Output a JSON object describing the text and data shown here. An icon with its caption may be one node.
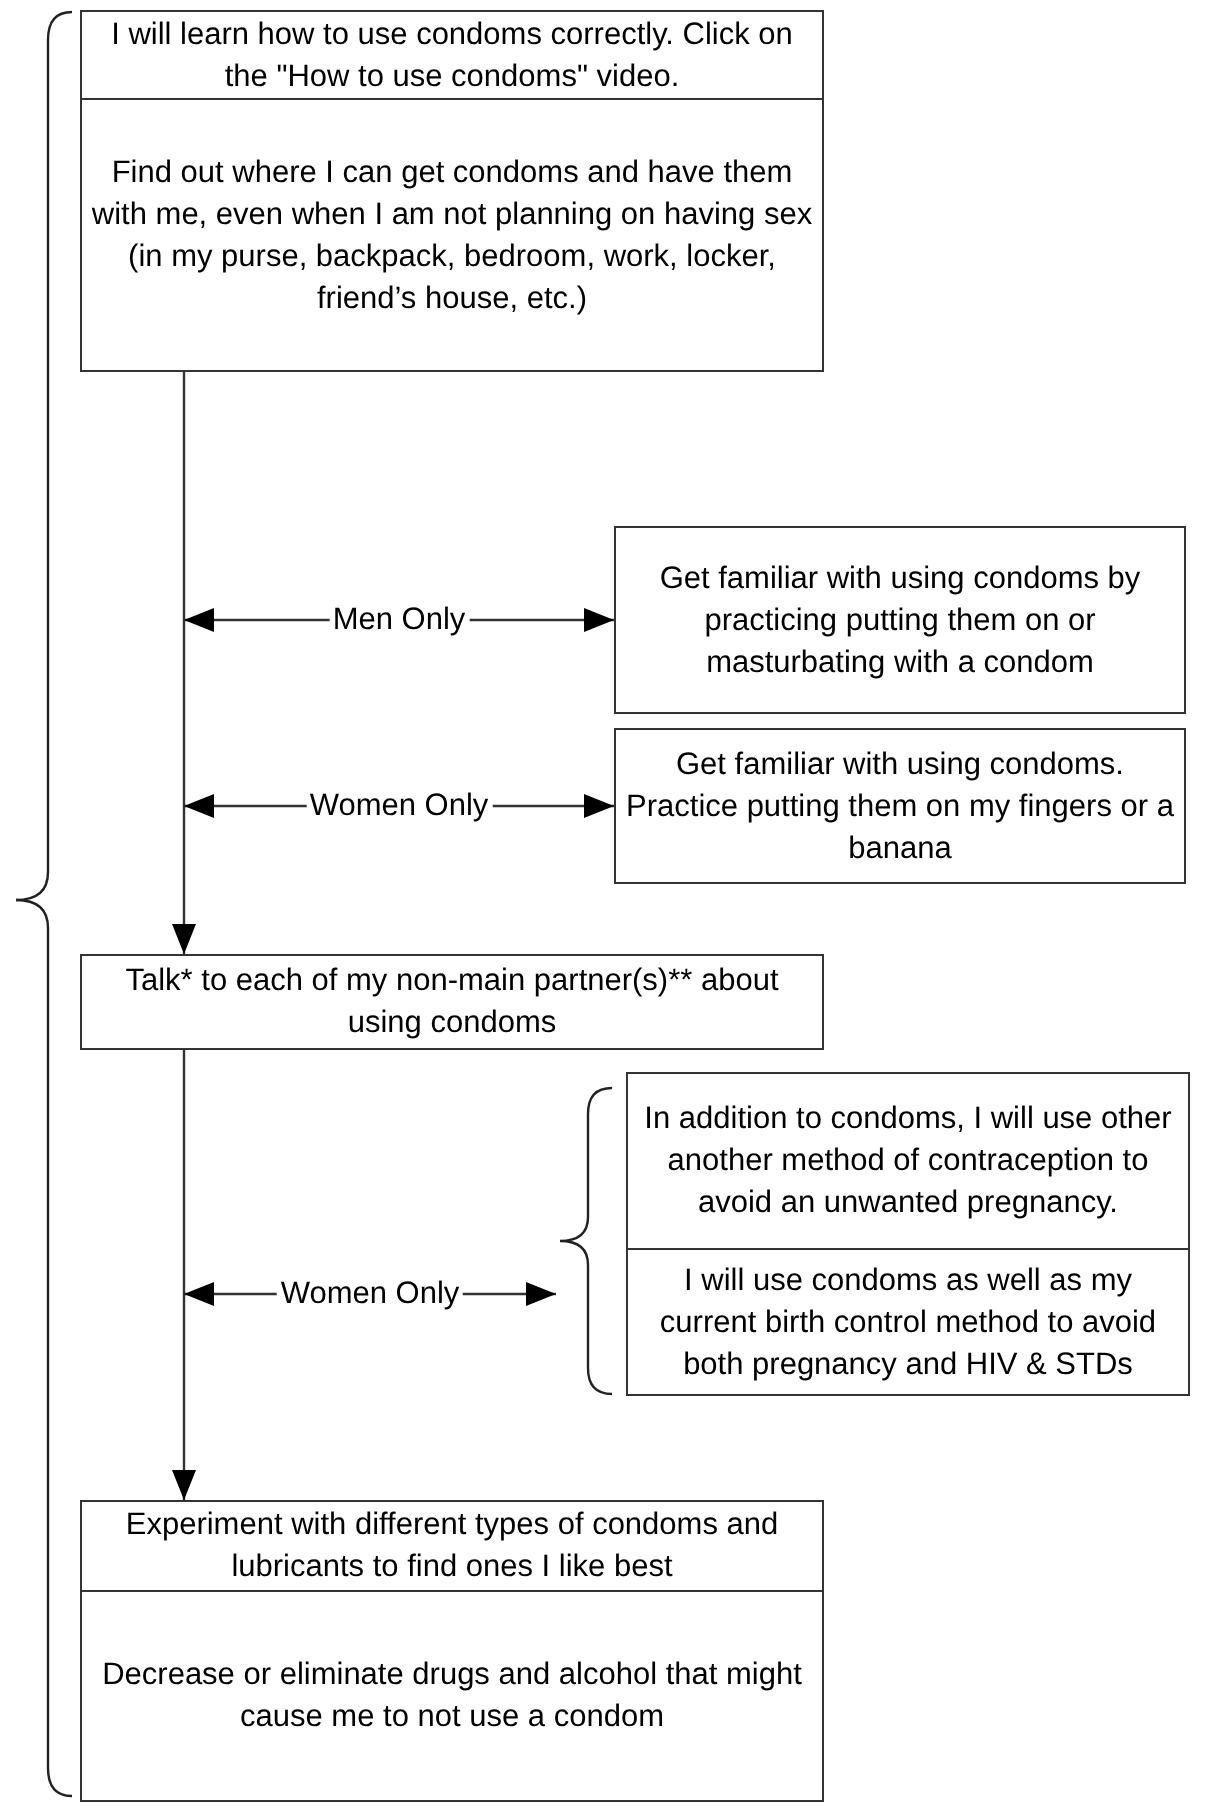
{
  "diagram": {
    "nodes": [
      {
        "text": [
          "I will learn how to use condoms correctly. Click on the \"How to use condoms\" video."
        ]
      },
      {
        "text": [
          "Find out where I can get condoms and have them with me, even when I am not planning on having sex (in my purse, backpack, bedroom, work, locker, friend’s house, etc.)"
        ]
      },
      {
        "text": [
          "Get familiar with using condoms by practicing putting them on or masturbating with a condom"
        ]
      },
      {
        "text": [
          "Get familiar with using condoms. Practice putting them on my fingers or a banana"
        ]
      },
      {
        "text": [
          "Talk* to each of my non-main partner(s)** about using condoms"
        ]
      },
      {
        "text": [],
        "shape": "bracket"
      },
      {
        "text": [
          "In addition to condoms, I will use other another method of contraception to avoid an unwanted pregnancy."
        ]
      },
      {
        "text": [
          "I will use condoms as well as my current birth control method to avoid both pregnancy and HIV & STDs"
        ]
      },
      {
        "text": [
          "Experiment with different types of condoms and lubricants to find ones I like best"
        ]
      },
      {
        "text": [
          "Decrease or eliminate drugs and alcohol that might cause me to not use a condom"
        ]
      }
    ],
    "edges": [
      {
        "from": 1,
        "to": 4,
        "arrow": "to"
      },
      {
        "from": null,
        "to": 2,
        "arrow": "both",
        "label": "Men Only"
      },
      {
        "from": null,
        "to": 3,
        "arrow": "both",
        "label": "Women Only"
      },
      {
        "from": 4,
        "to": 8,
        "arrow": "to"
      },
      {
        "from": null,
        "to": 5,
        "arrow": "both",
        "label": "Women Only"
      }
    ]
  }
}
